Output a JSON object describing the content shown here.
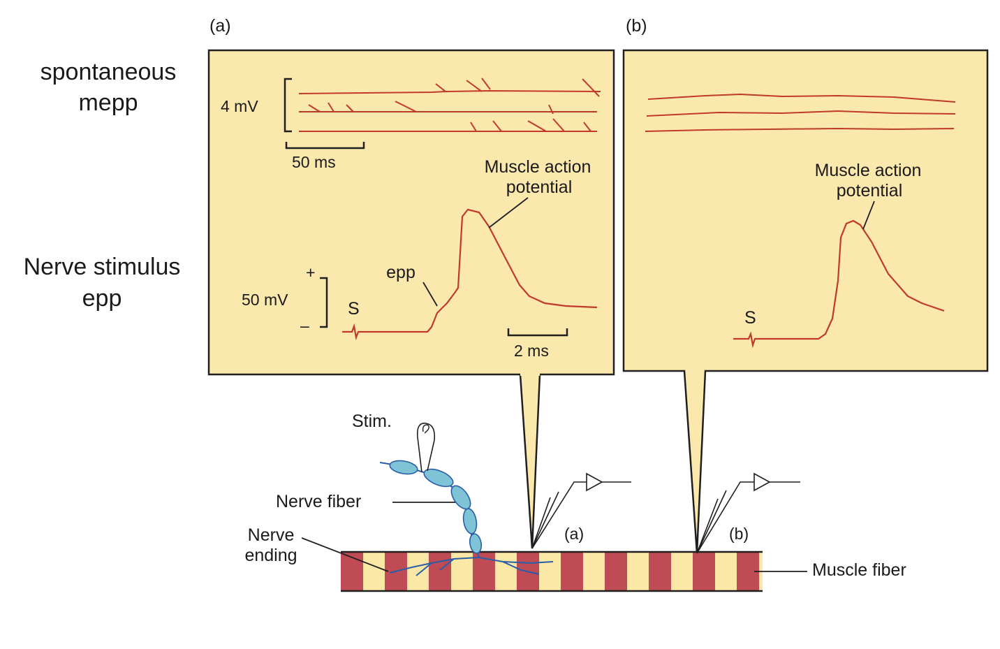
{
  "row_labels": {
    "spontaneous_line1": "spontaneous",
    "spontaneous_line2": "mepp",
    "nerve_line1": "Nerve stimulus",
    "nerve_line2": "epp"
  },
  "panel_a": {
    "label": "(a)",
    "scale_4mv": "4 mV",
    "scale_50ms": "50 ms",
    "map_line1": "Muscle action",
    "map_line2": "potential",
    "epp": "epp",
    "plus": "+",
    "minus": "–",
    "scale_50mv": "50 mV",
    "stim": "S",
    "scale_2ms": "2 ms"
  },
  "panel_b": {
    "label": "(b)",
    "map_line1": "Muscle action",
    "map_line2": "potential",
    "stim": "S"
  },
  "bottom": {
    "stim": "Stim.",
    "nerve_fiber": "Nerve fiber",
    "nerve_ending_line1": "Nerve",
    "nerve_ending_line2": "ending",
    "electrode_a": "(a)",
    "electrode_b": "(b)",
    "muscle_fiber": "Muscle fiber"
  },
  "colors": {
    "panel_fill": "#fbe8ac",
    "trace": "#c0392b",
    "stripe_red": "#bf4b55",
    "stripe_cream": "#fbe8a6",
    "nerve_blue": "#7ec4d6",
    "nerve_dark": "#2a5da8"
  }
}
